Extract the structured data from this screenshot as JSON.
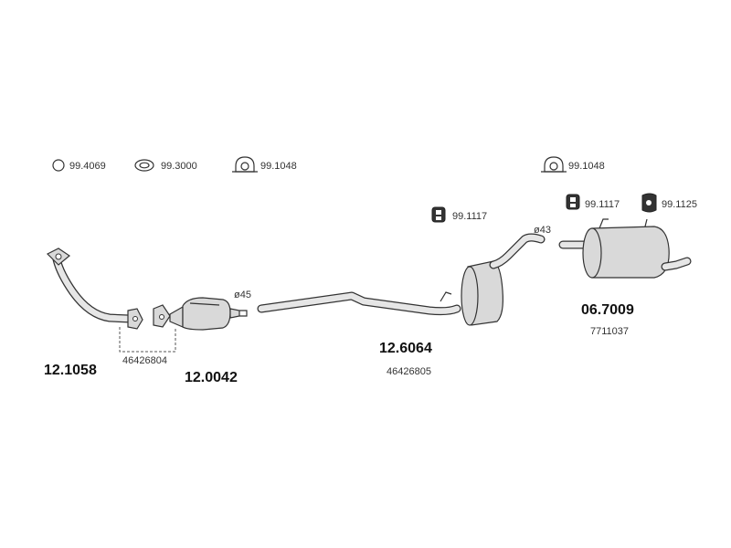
{
  "hardware": {
    "ring_gasket": "99.4069",
    "seal_ring": "99.3000",
    "clamp_front": "99.1048",
    "clamp_rear": "99.1048",
    "hanger_mid": "99.1117",
    "hanger_rear": "99.1117",
    "hanger_rear_alt": "99.1125"
  },
  "parts": {
    "front_pipe": {
      "number": "12.1058",
      "oem": "46426804"
    },
    "catalyst": {
      "number": "12.0042",
      "diameter": "ø45"
    },
    "middle_silencer": {
      "number": "12.6064",
      "oem": "46426805",
      "diameter": "ø43"
    },
    "rear_silencer": {
      "number": "06.7009",
      "oem": "7711037"
    }
  },
  "colors": {
    "line": "#333333",
    "fill": "#d9d9d9",
    "text": "#111111"
  }
}
